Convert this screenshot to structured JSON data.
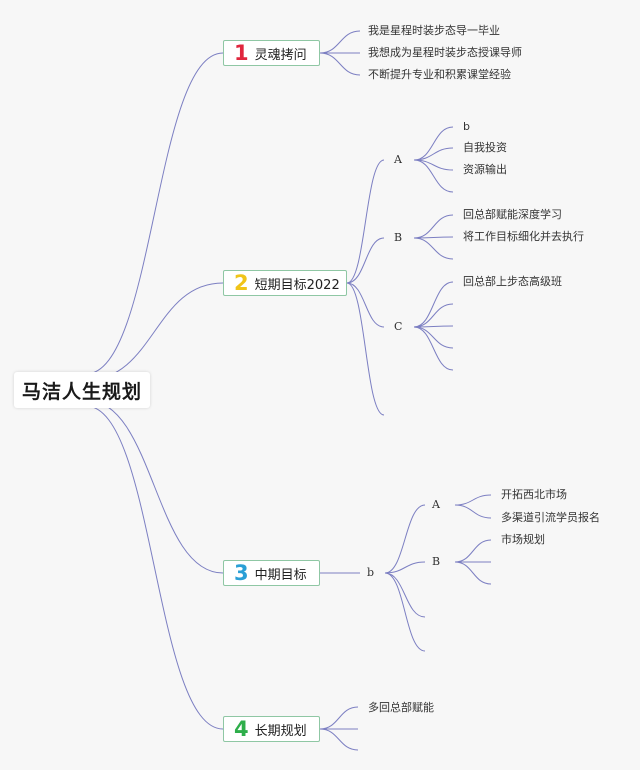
{
  "root": {
    "label": "马洁人生规划"
  },
  "branches": [
    {
      "number": "1",
      "number_color": "#e0263e",
      "label": "灵魂拷问",
      "items": [
        "我是星程时装步态导一毕业",
        "我想成为星程时装步态授课导师",
        "不断提升专业和积累课堂经验"
      ]
    },
    {
      "number": "2",
      "number_color": "#f0c419",
      "label": "短期目标2022",
      "subs": [
        {
          "label": "A",
          "items": [
            "b",
            "自我投资",
            "资源输出"
          ]
        },
        {
          "label": "B",
          "items": [
            "回总部赋能深度学习",
            "将工作目标细化并去执行"
          ]
        },
        {
          "label": "C",
          "items": [
            "回总部上步态高级班"
          ]
        }
      ]
    },
    {
      "number": "3",
      "number_color": "#2a9fd6",
      "label": "中期目标",
      "mid": {
        "label": "b"
      },
      "subs": [
        {
          "label": "A",
          "items": [
            "开拓西北市场",
            "多渠道引流学员报名"
          ]
        },
        {
          "label": "B",
          "items": [
            "市场规划"
          ]
        }
      ]
    },
    {
      "number": "4",
      "number_color": "#2eae4a",
      "label": "长期规划",
      "items": [
        "多回总部赋能"
      ]
    }
  ],
  "line_color": "#7c7fc2"
}
